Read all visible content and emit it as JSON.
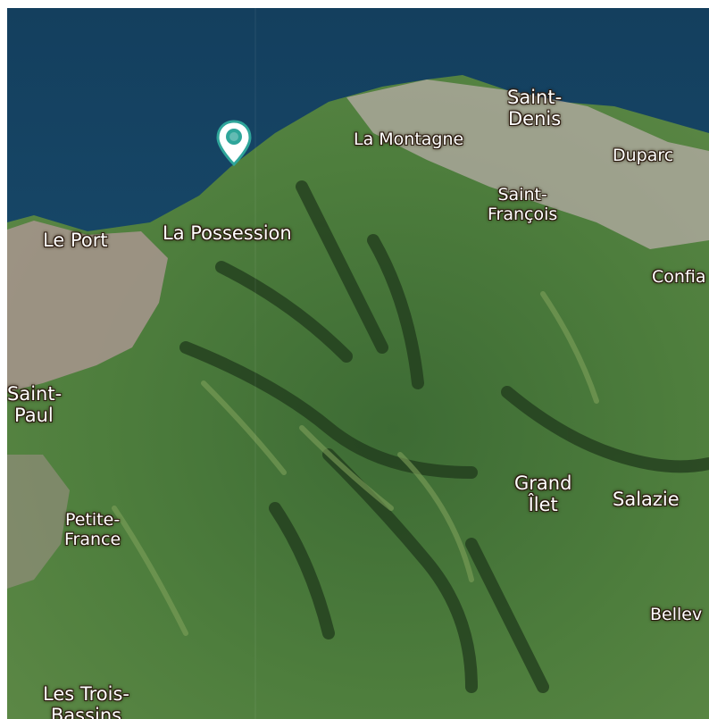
{
  "map": {
    "labels": {
      "saint_denis": [
        "Saint-",
        "Denis"
      ],
      "la_montagne": "La Montagne",
      "duparc": "Duparc",
      "saint_francois": [
        "Saint-",
        "François"
      ],
      "le_port": "Le Port",
      "la_possession": "La Possession",
      "confia": "Confia",
      "saint_paul": [
        "Saint-",
        "Paul"
      ],
      "grand_ilet": [
        "Grand",
        "Îlet"
      ],
      "salazie": "Salazie",
      "petite_france": [
        "Petite-",
        "France"
      ],
      "bellev": "Bellev",
      "les_trois_bassins": [
        "Les Trois-",
        "Bassins"
      ]
    },
    "marker_icon": "location-pin-icon",
    "colors": {
      "ocean": "#164a6a",
      "vegetation": "#4c7a3a",
      "urban": "#b8a9a0",
      "marker": "#2fa59a"
    }
  }
}
